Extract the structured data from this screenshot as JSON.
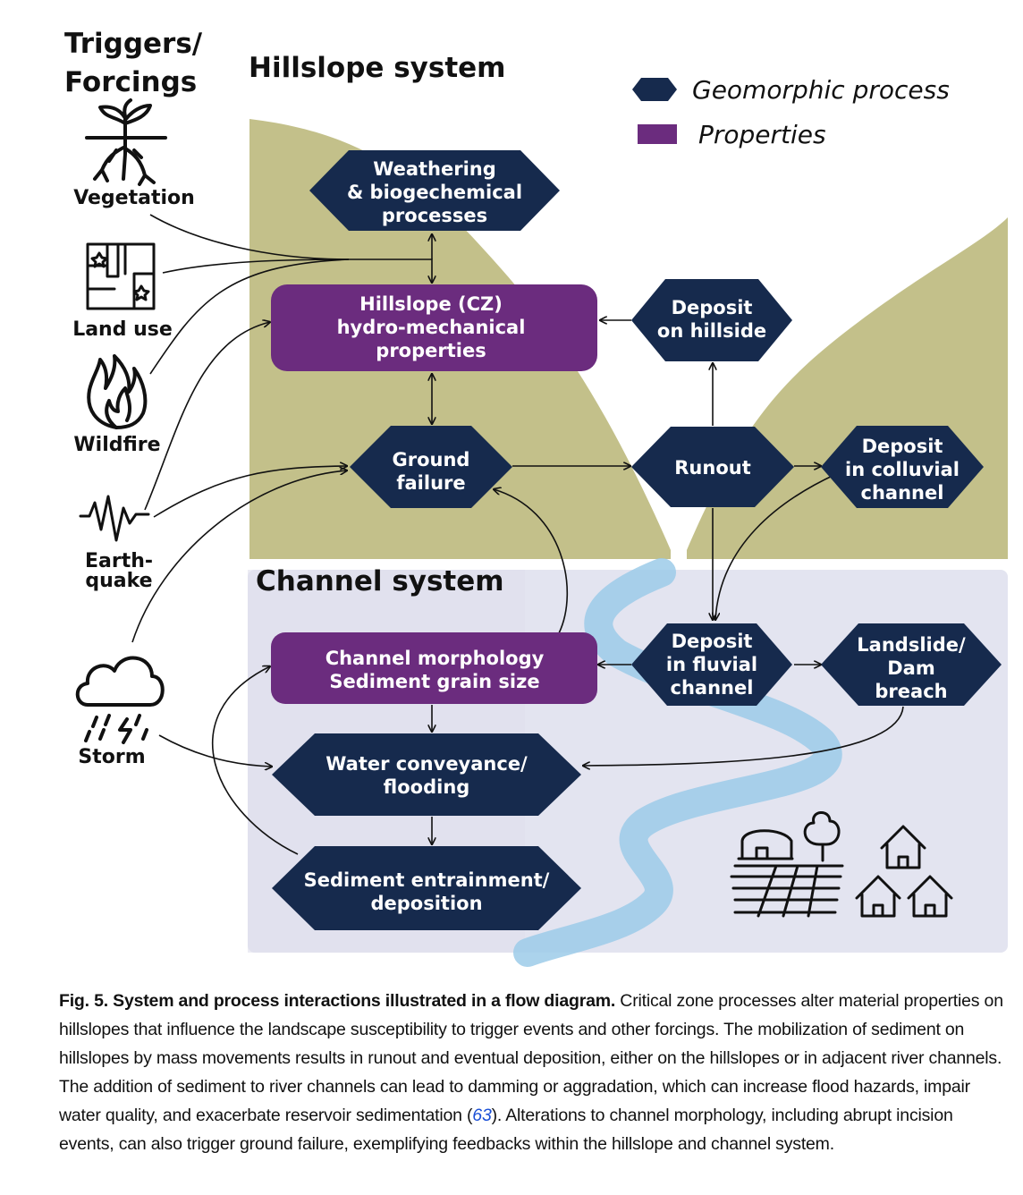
{
  "headings": {
    "triggers": [
      "Triggers/",
      "Forcings"
    ],
    "hillslope_system": "Hillslope system",
    "channel_system": "Channel system"
  },
  "legend": {
    "process_label": "Geomorphic process",
    "properties_label": "Properties"
  },
  "triggers": {
    "vegetation": "Vegetation",
    "land_use": "Land use",
    "wildfire": "Wildfire",
    "earthquake": [
      "Earth-",
      "quake"
    ],
    "storm": "Storm"
  },
  "nodes": {
    "weathering": [
      "Weathering",
      "& biogechemical",
      "processes"
    ],
    "hillslope_props": [
      "Hillslope (CZ)",
      "hydro-mechanical",
      "properties"
    ],
    "deposit_hillside": [
      "Deposit",
      "on hillside"
    ],
    "ground_failure": [
      "Ground",
      "failure"
    ],
    "runout": [
      "Runout"
    ],
    "deposit_colluvial": [
      "Deposit",
      "in colluvial",
      "channel"
    ],
    "channel_morph": [
      "Channel morphology",
      "Sediment grain size"
    ],
    "deposit_fluvial": [
      "Deposit",
      "in fluvial",
      "channel"
    ],
    "landslide_dam": [
      "Landslide/",
      "Dam",
      "breach"
    ],
    "water_conveyance": [
      "Water conveyance/",
      "flooding"
    ],
    "sediment_entrainment": [
      "Sediment entrainment/",
      "deposition"
    ]
  },
  "colors": {
    "process_navy": "#162a4d",
    "property_purple": "#6b2c7e",
    "hillslope_olive": "#c3c08a",
    "channel_lavender": "#e3e4f0",
    "river_blue": "#9ccbe9"
  },
  "caption": {
    "title": "Fig. 5. System and process interactions illustrated in a flow diagram.",
    "body_before_ref": " Critical zone processes alter material properties on hillslopes that influence the landscape susceptibility to trigger events and other forcings. The mobiliza­tion of sediment on hillslopes by mass movements results in runout and eventual deposition, either on the hillslopes or in adjacent river channels. The addition of sediment to river channels can lead to damming or aggradation, which can increase flood hazards, impair water quality, and exacerbate reservoir sedimentation (",
    "ref": "63",
    "body_after_ref": "). Alterations to channel morphology, including abrupt incision events, can also trigger ground failure, exemplifying feedbacks within the hillslope and channel system."
  }
}
